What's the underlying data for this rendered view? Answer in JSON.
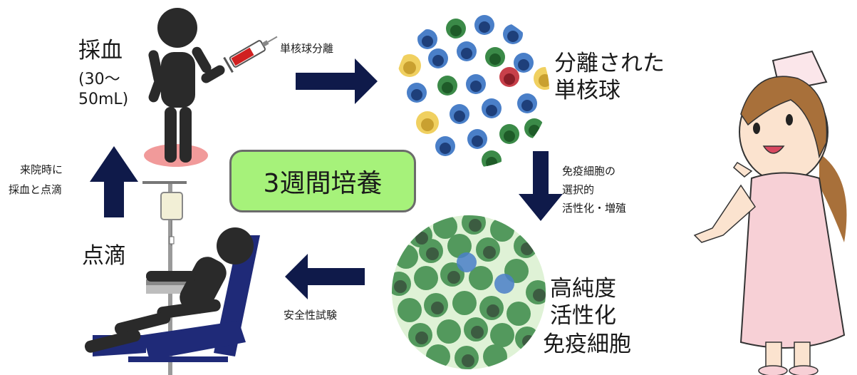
{
  "blood_draw": {
    "title": "採血",
    "volume_line1": "(30〜",
    "volume_line2": "50mL)"
  },
  "arrow_separation": {
    "label": "単核球分離"
  },
  "separated": {
    "line1": "分離された",
    "line2": "単核球"
  },
  "arrow_activation": {
    "line1": "免疫細胞の",
    "line2": "選択的",
    "line3": "活性化・増殖"
  },
  "activated": {
    "line1": "高純度",
    "line2": "活性化",
    "line3": "免疫細胞"
  },
  "arrow_safety": {
    "label": "安全性試験"
  },
  "infusion": {
    "title": "点滴"
  },
  "arrow_visit": {
    "line1": "来院時に",
    "line2": "採血と点滴"
  },
  "culture": {
    "label": "3週間培養"
  },
  "colors": {
    "arrow": "#0f1a4a",
    "center_box": "#a6f27a",
    "mono_blue": "#4a7fc8",
    "mono_green": "#3b8a48",
    "mono_yellow": "#f0d060",
    "mono_red": "#c8404a",
    "chair": "#1f2a78",
    "nurse_dress": "#f7d0d6",
    "figure": "#2a2a2a"
  }
}
